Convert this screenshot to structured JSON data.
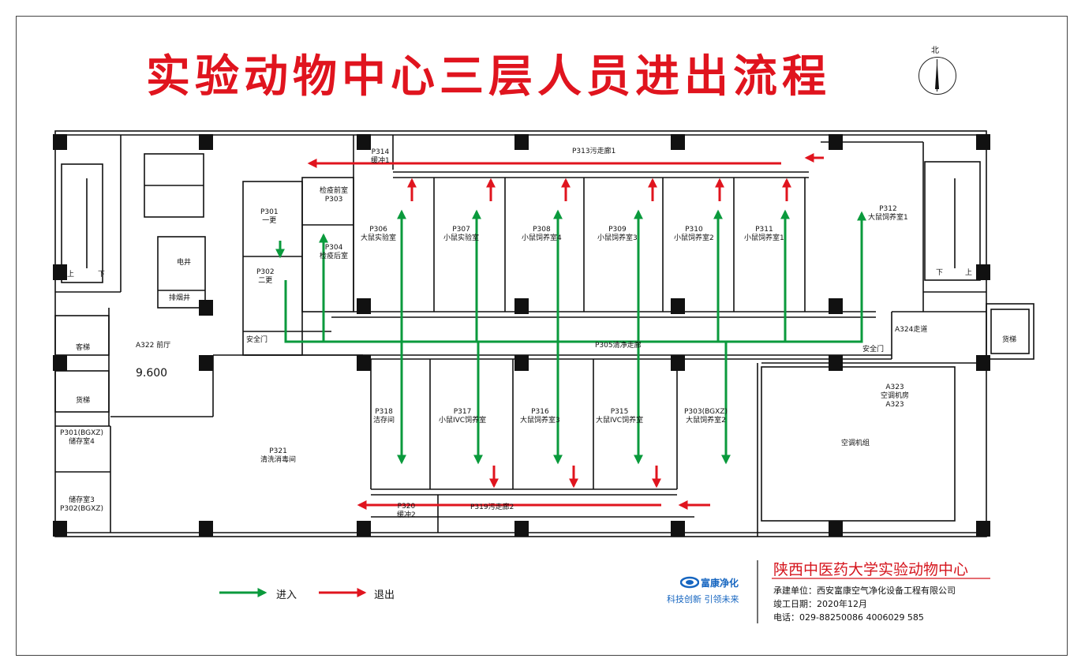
{
  "title": "实验动物中心三层人员进出流程",
  "north": "北",
  "rooms": {
    "p314": "P314\n缓冲1",
    "p313": "P313污走廊1",
    "p301": "P301\n一更",
    "p303": "检疫前室\nP303",
    "p304": "P304\n检疫后室",
    "p302": "P302\n二更",
    "p306": "P306\n大鼠实验室",
    "p307": "P307\n小鼠实验室",
    "p308": "P308\n小鼠饲养室4",
    "p309": "P309\n小鼠饲养室3",
    "p310": "P310\n小鼠饲养室2",
    "p311": "P311\n小鼠饲养室1",
    "p312": "P312\n大鼠饲养室1",
    "dianjing": "电井",
    "paiyan": "排烟井",
    "shang_l": "上",
    "xia_l": "下",
    "xia_r": "下",
    "shang_r": "上",
    "kt": "客梯",
    "hl": "货梯",
    "hr": "货梯",
    "a322": "A322 前厅",
    "level": "9.600",
    "anquan_l": "安全门",
    "anquan_r": "安全门",
    "p305": "P305清净走廊",
    "a324": "A324走道",
    "a323": "A323\n空调机房\nA323",
    "kongtiao": "空调机组",
    "p301b": "P301(BGXZ)\n储存室4",
    "p321": "P321\n清洗消毒间",
    "p318": "P318\n洁存间",
    "p317": "P317\n小鼠IVC饲养室",
    "p316": "P316\n大鼠饲养室3",
    "p315": "P315\n大鼠IVC饲养室",
    "p303b": "P303(BGXZ)\n大鼠饲养室2",
    "p302b": "储存室3\nP302(BGXZ)",
    "p320": "P320\n缓冲2",
    "p319": "P319污走廊2"
  },
  "legend": {
    "enter": "进入",
    "exit": "退出",
    "enter_color": "#0a9a3c",
    "exit_color": "#e0141e"
  },
  "logo": {
    "name": "富康净化",
    "slogan": "科技创新  引领未来"
  },
  "info": {
    "org": "陕西中医药大学实验动物中心",
    "builder": "承建单位：西安富康空气净化设备工程有限公司",
    "date": "竣工日期：2020年12月",
    "phone": "电话：029-88250086  4006029 585"
  },
  "colors": {
    "title": "#e0141e",
    "enter": "#0a9a3c",
    "exit": "#e0141e",
    "wall": "#111111"
  }
}
